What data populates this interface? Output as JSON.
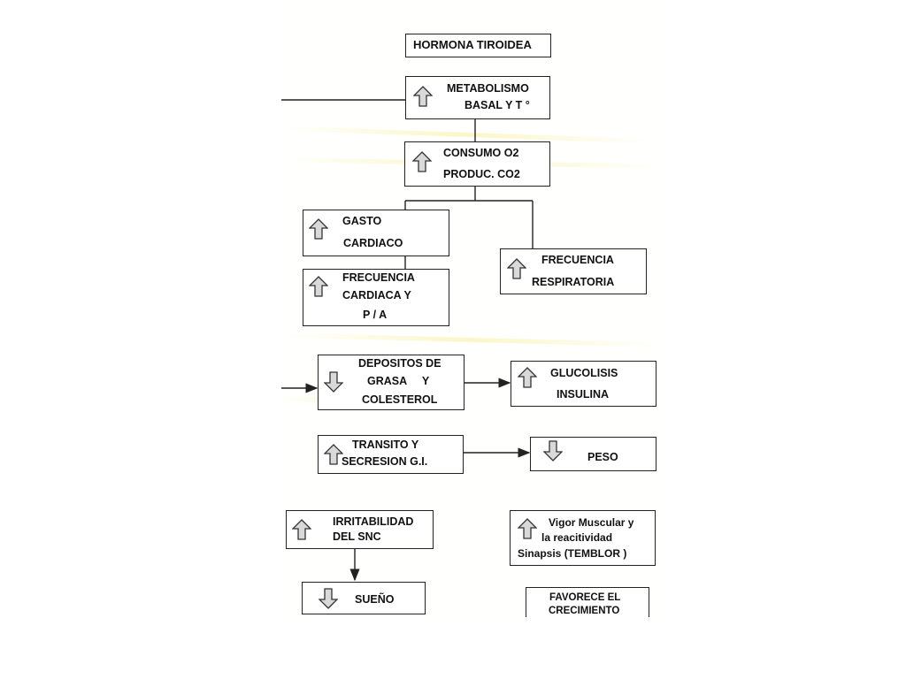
{
  "diagram": {
    "title": "HORMONA TIROIDEA",
    "nodes": {
      "metabolismo": {
        "arrow": "up-arrow-icon",
        "line1": "METABOLISMO",
        "line2": "BASAL Y T °"
      },
      "consumo": {
        "arrow": "up-arrow-icon",
        "line1": "CONSUMO O2",
        "line2": "PRODUC. CO2"
      },
      "gasto": {
        "arrow": "up-arrow-icon",
        "line1": "GASTO",
        "line2": "CARDIACO"
      },
      "frec_cardiaca": {
        "arrow": "up-arrow-icon",
        "line1": "FRECUENCIA",
        "line2": "CARDIACA Y",
        "line3": "P / A"
      },
      "frec_respiratoria": {
        "arrow": "up-arrow-icon",
        "line1": "FRECUENCIA",
        "line2": "RESPIRATORIA"
      },
      "depositos": {
        "arrow": "down-arrow-icon",
        "line1": "DEPOSITOS DE",
        "line2": "GRASA Y",
        "line3": "COLESTEROL"
      },
      "glucolisis": {
        "arrow": "up-arrow-icon",
        "line1": "GLUCOLISIS",
        "line2": "INSULINA"
      },
      "transito": {
        "arrow": "up-arrow-icon",
        "line1": "TRANSITO Y",
        "line2": "SECRESION G.I."
      },
      "peso": {
        "arrow": "down-arrow-icon",
        "line1": "PESO"
      },
      "irritabilidad": {
        "arrow": "up-arrow-icon",
        "line1": "IRRITABILIDAD",
        "line2": "DEL SNC"
      },
      "vigor": {
        "arrow": "up-arrow-icon",
        "line1": "Vigor Muscular y",
        "line2": "la reacitividad",
        "line3": "Sinapsis (TEMBLOR )"
      },
      "sueno": {
        "arrow": "down-arrow-icon",
        "line1": "SUEÑO"
      },
      "crecimiento": {
        "line1": "FAVORECE EL",
        "line2": "CRECIMIENTO"
      }
    },
    "colors": {
      "line": "#222222",
      "arrow_fill": "#d9d9d9",
      "arrow_stroke": "#333333",
      "highlight": "#f7f2c0"
    }
  }
}
